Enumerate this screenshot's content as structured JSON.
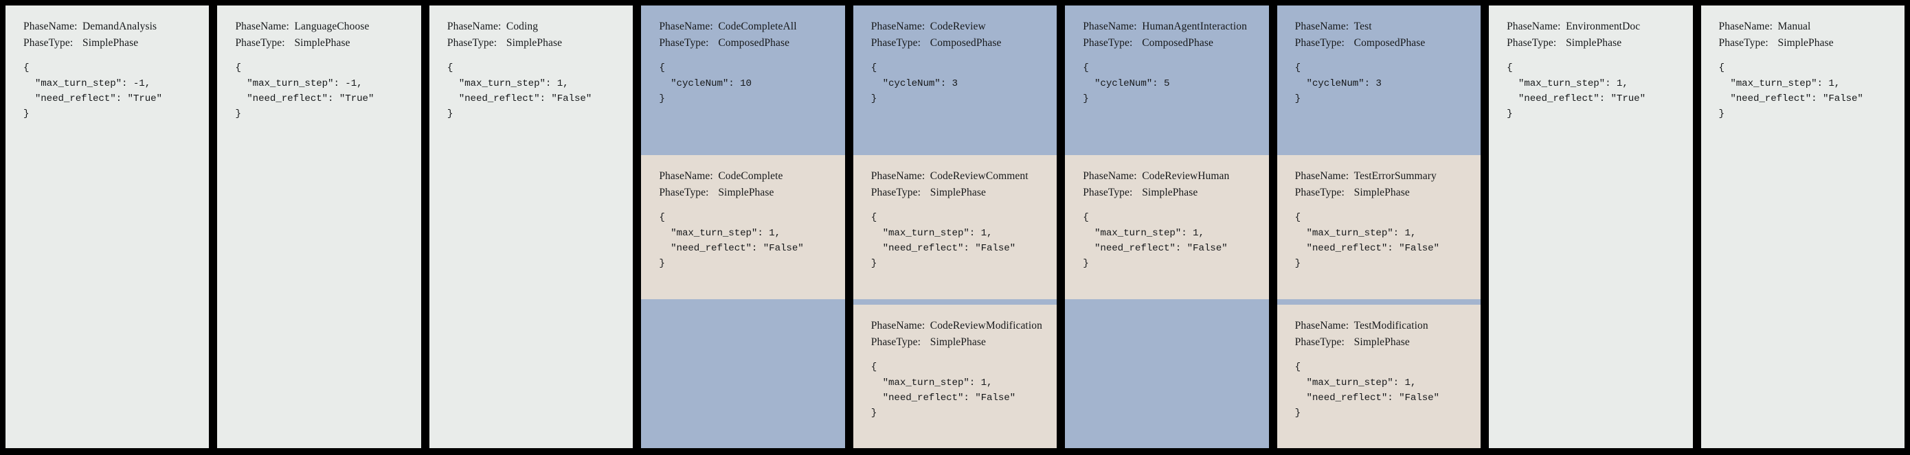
{
  "labels": {
    "phase_name_key": "PhaseName:",
    "phase_type_key": "PhaseType:"
  },
  "colors": {
    "background": "#000000",
    "simple_phase_bg": "#e9ecea",
    "composed_phase_bg": "#a3b4ce",
    "sub_phase_bg": "#e4dcd3",
    "text": "#16181a"
  },
  "columns": [
    {
      "kind": "simple",
      "head": {
        "phase_name": "DemandAnalysis",
        "phase_type": "SimplePhase",
        "json": "{\n  \"max_turn_step\": -1,\n  \"need_reflect\": \"True\"\n}"
      },
      "subphases": []
    },
    {
      "kind": "simple",
      "head": {
        "phase_name": "LanguageChoose",
        "phase_type": "SimplePhase",
        "json": "{\n  \"max_turn_step\": -1,\n  \"need_reflect\": \"True\"\n}"
      },
      "subphases": []
    },
    {
      "kind": "simple",
      "head": {
        "phase_name": "Coding",
        "phase_type": "SimplePhase",
        "json": "{\n  \"max_turn_step\": 1,\n  \"need_reflect\": \"False\"\n}"
      },
      "subphases": []
    },
    {
      "kind": "composed",
      "head": {
        "phase_name": "CodeCompleteAll",
        "phase_type": "ComposedPhase",
        "json": "{\n  \"cycleNum\": 10\n}"
      },
      "subphases": [
        {
          "phase_name": "CodeComplete",
          "phase_type": "SimplePhase",
          "json": "{\n  \"max_turn_step\": 1,\n  \"need_reflect\": \"False\"\n}"
        }
      ]
    },
    {
      "kind": "composed",
      "head": {
        "phase_name": "CodeReview",
        "phase_type": "ComposedPhase",
        "json": "{\n  \"cycleNum\": 3\n}"
      },
      "subphases": [
        {
          "phase_name": "CodeReviewComment",
          "phase_type": "SimplePhase",
          "json": "{\n  \"max_turn_step\": 1,\n  \"need_reflect\": \"False\"\n}"
        },
        {
          "phase_name": "CodeReviewModification",
          "phase_type": "SimplePhase",
          "json": "{\n  \"max_turn_step\": 1,\n  \"need_reflect\": \"False\"\n}"
        }
      ]
    },
    {
      "kind": "composed",
      "head": {
        "phase_name": "HumanAgentInteraction",
        "phase_type": "ComposedPhase",
        "json": "{\n  \"cycleNum\": 5\n}"
      },
      "subphases": [
        {
          "phase_name": "CodeReviewHuman",
          "phase_type": "SimplePhase",
          "json": "{\n  \"max_turn_step\": 1,\n  \"need_reflect\": \"False\"\n}"
        }
      ]
    },
    {
      "kind": "composed",
      "head": {
        "phase_name": "Test",
        "phase_type": "ComposedPhase",
        "json": "{\n  \"cycleNum\": 3\n}"
      },
      "subphases": [
        {
          "phase_name": "TestErrorSummary",
          "phase_type": "SimplePhase",
          "json": "{\n  \"max_turn_step\": 1,\n  \"need_reflect\": \"False\"\n}"
        },
        {
          "phase_name": "TestModification",
          "phase_type": "SimplePhase",
          "json": "{\n  \"max_turn_step\": 1,\n  \"need_reflect\": \"False\"\n}"
        }
      ]
    },
    {
      "kind": "simple",
      "head": {
        "phase_name": "EnvironmentDoc",
        "phase_type": "SimplePhase",
        "json": "{\n  \"max_turn_step\": 1,\n  \"need_reflect\": \"True\"\n}"
      },
      "subphases": []
    },
    {
      "kind": "simple",
      "head": {
        "phase_name": "Manual",
        "phase_type": "SimplePhase",
        "json": "{\n  \"max_turn_step\": 1,\n  \"need_reflect\": \"False\"\n}"
      },
      "subphases": []
    }
  ]
}
